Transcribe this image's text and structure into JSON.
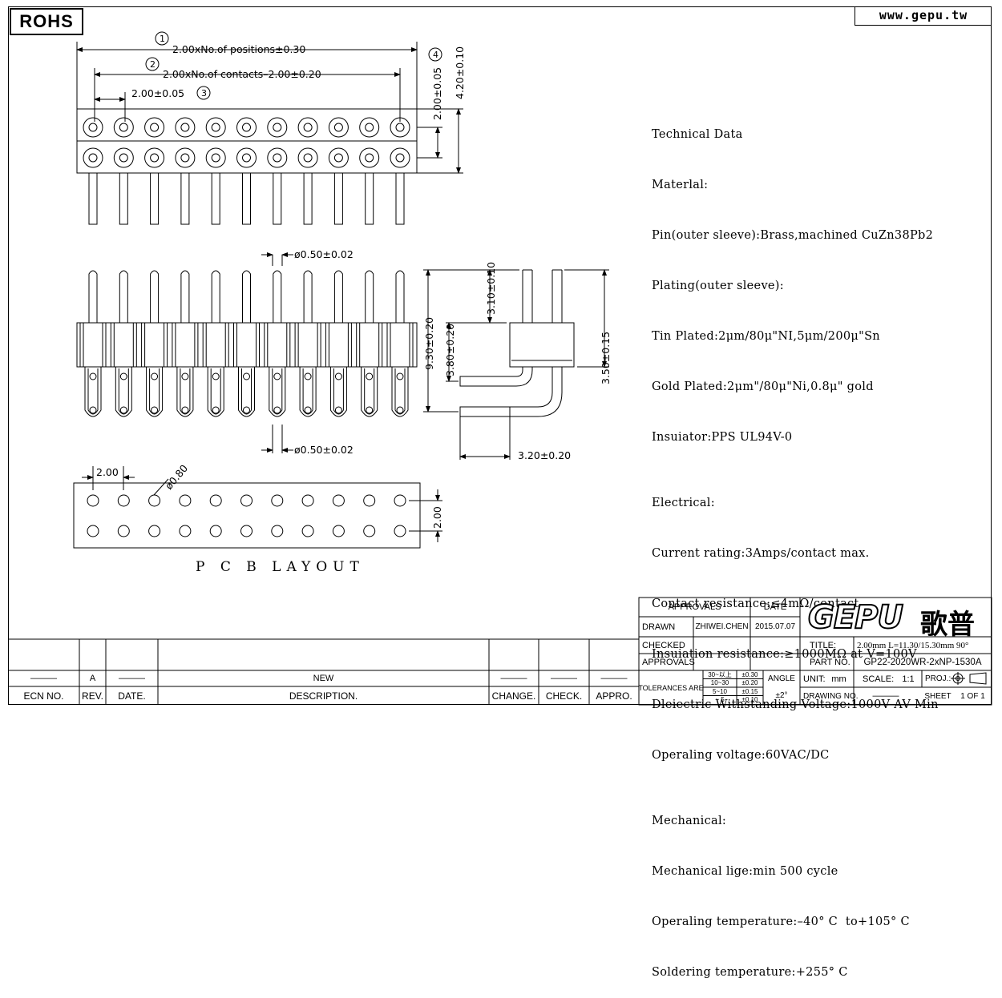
{
  "header": {
    "rohs": "ROHS",
    "website": "www.gepu.tw"
  },
  "dimensions": {
    "d1_num": "1",
    "d1": "2.00xNo.of positions±0.30",
    "d2_num": "2",
    "d2": "2.00xNo.of contacts–2.00±0.20",
    "d3": "2.00±0.05",
    "d3_num": "3",
    "d4_num": "4",
    "v1": "2.00±0.05",
    "v2": "4.20±0.10",
    "pin_top": "ø0.50±0.02",
    "pin_bottom": "ø0.50±0.02",
    "h_total": "9.30±0.20",
    "h_low": "3.80±0.20",
    "h_top": "3.10±0.10",
    "h_body": "3.50±0.15",
    "w_side": "3.20±0.20",
    "pcb_pitch_x": "2.00",
    "pcb_hole": "ø0.80",
    "pcb_pitch_y": "2.00"
  },
  "technical": {
    "material": [
      "Technical Data",
      "Materlal:",
      "Pin(outer sleeve):Brass,machined CuZn38Pb2",
      "Plating(outer sleeve):",
      "Tin Plated:2μm/80μ\"NI,5μm/200μ\"Sn",
      "Gold Plated:2μm\"/80μ\"Ni,0.8μ\" gold",
      "Insuiator:PPS UL94V-0"
    ],
    "electrical": [
      "Electrical:",
      "Current rating:3Amps/contact max.",
      "Contact resistance:≤4mΩ/contact",
      "Insuiation resistance:≥1000MΩ at V=100V",
      "Dleiectric Withstanding Voltage:1000V AV Min",
      "Operaling voltage:60VAC/DC"
    ],
    "mechanical": [
      "Mechanical:",
      "Mechanical lige:min 500 cycle",
      "Operaling temperature:–40° C  to+105° C",
      "Soldering temperature:+255° C"
    ]
  },
  "pcb_label": "P C B LAYOUT",
  "revision": {
    "rev": "A",
    "dash": "———",
    "description": "NEW",
    "headers": {
      "ecn": "ECN NO.",
      "rev": "REV.",
      "date": "DATE.",
      "desc": "DESCRIPTION.",
      "change": "CHANGE.",
      "check": "CHECK.",
      "appro": "APPRO."
    }
  },
  "title_block": {
    "approvals_header": "APPROVALS",
    "date_header": "DATE",
    "drawn_label": "DRAWN",
    "drawn_by": "ZHIWEI.CHEN",
    "drawn_date": "2015.07.07",
    "checked_label": "CHECKED",
    "approvals_label": "APPROVALS",
    "logo": "GEPU",
    "logo_cn": "歌普",
    "title_label": "TITLE:",
    "title_value": "2.00mm  L=11.30/15.30mm 90°",
    "part_label": "PART NO.",
    "part_value": "GP22-2020WR-2xNP-1530A",
    "tolerances_label": "TOLERANCES ARE",
    "tol_ranges": [
      "30~以上",
      "10~30",
      "5~10",
      "~ 5"
    ],
    "tol_values": [
      "±0.30",
      "±0.20",
      "±0.15",
      "±0.10"
    ],
    "angle_label": "ANGLE",
    "angle_value": "±2°",
    "unit_label": "UNIT:",
    "unit_value": "mm",
    "scale_label": "SCALE:",
    "scale_value": "1:1",
    "proj_label": "PROJ.:",
    "sheet_label": "SHEET",
    "sheet_value": "1 OF 1",
    "drawing_label": "DRAWING NO.",
    "drawing_value": "———"
  }
}
